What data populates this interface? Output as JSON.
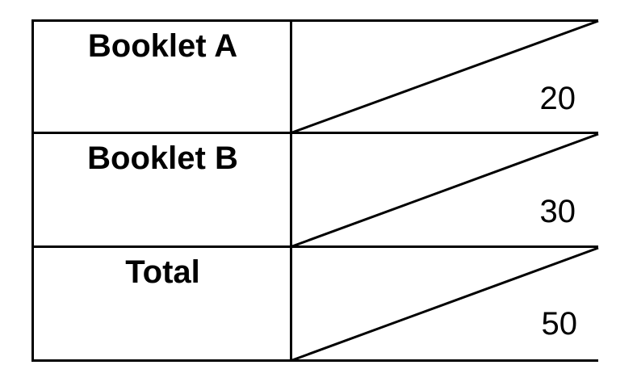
{
  "table": {
    "rows": [
      {
        "label": "Booklet A",
        "score": "20"
      },
      {
        "label": "Booklet B",
        "score": "30"
      },
      {
        "label": "Total",
        "score": "50"
      }
    ]
  }
}
